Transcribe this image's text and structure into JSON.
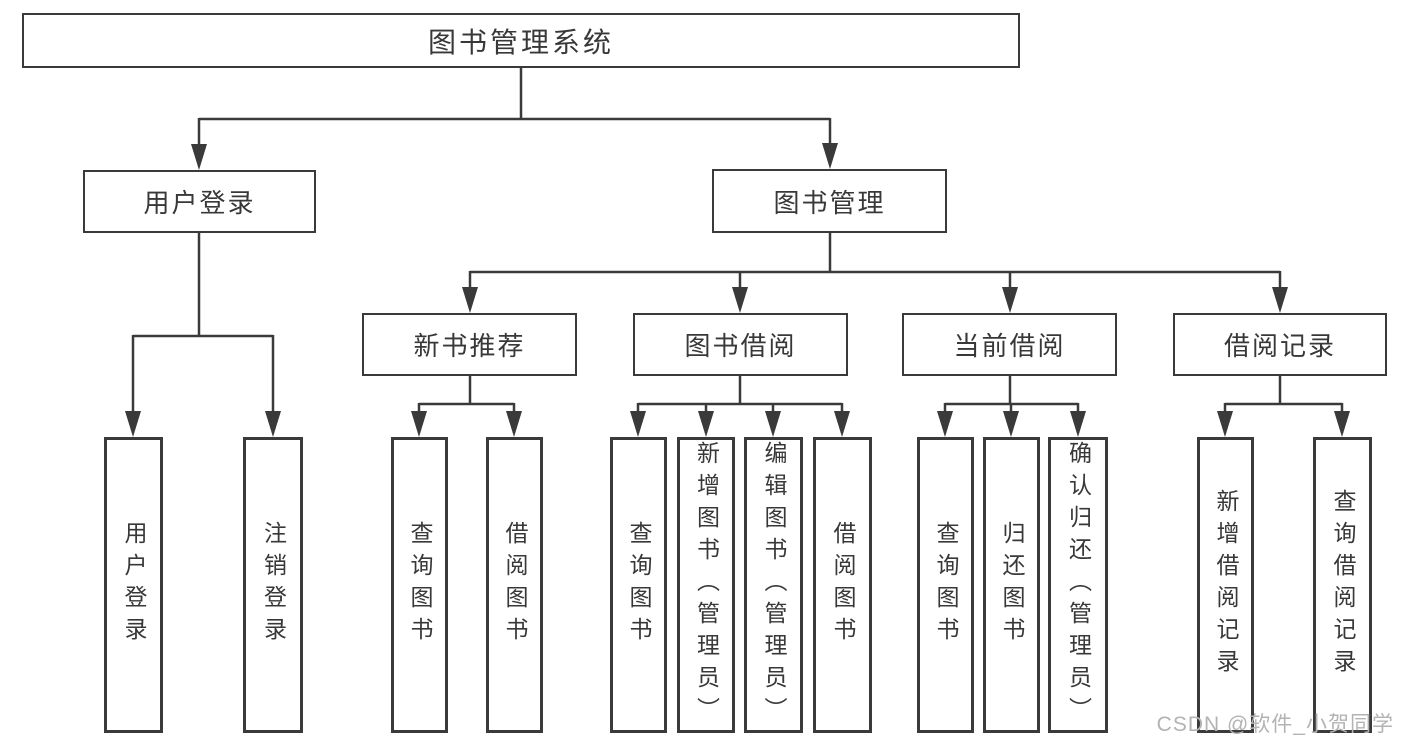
{
  "diagram": {
    "root": {
      "label": "图书管理系统"
    },
    "level1": [
      {
        "label": "用户登录"
      },
      {
        "label": "图书管理"
      }
    ],
    "level2": [
      {
        "label": "新书推荐"
      },
      {
        "label": "图书借阅"
      },
      {
        "label": "当前借阅"
      },
      {
        "label": "借阅记录"
      }
    ],
    "leaves": [
      {
        "label": "用户登录"
      },
      {
        "label": "注销登录"
      },
      {
        "label": "查询图书"
      },
      {
        "label": "借阅图书"
      },
      {
        "label": "查询图书"
      },
      {
        "label": "新增图书（管理员）"
      },
      {
        "label": "编辑图书（管理员）"
      },
      {
        "label": "借阅图书"
      },
      {
        "label": "查询图书"
      },
      {
        "label": "归还图书"
      },
      {
        "label": "确认归还（管理员）"
      },
      {
        "label": "新增借阅记录"
      },
      {
        "label": "查询借阅记录"
      }
    ]
  },
  "watermark": {
    "text": "CSDN @软件_小贺同学"
  },
  "colors": {
    "line": "#3a3a3a",
    "text": "#383838",
    "background": "#ffffff",
    "watermark": "#b3b3b3"
  }
}
